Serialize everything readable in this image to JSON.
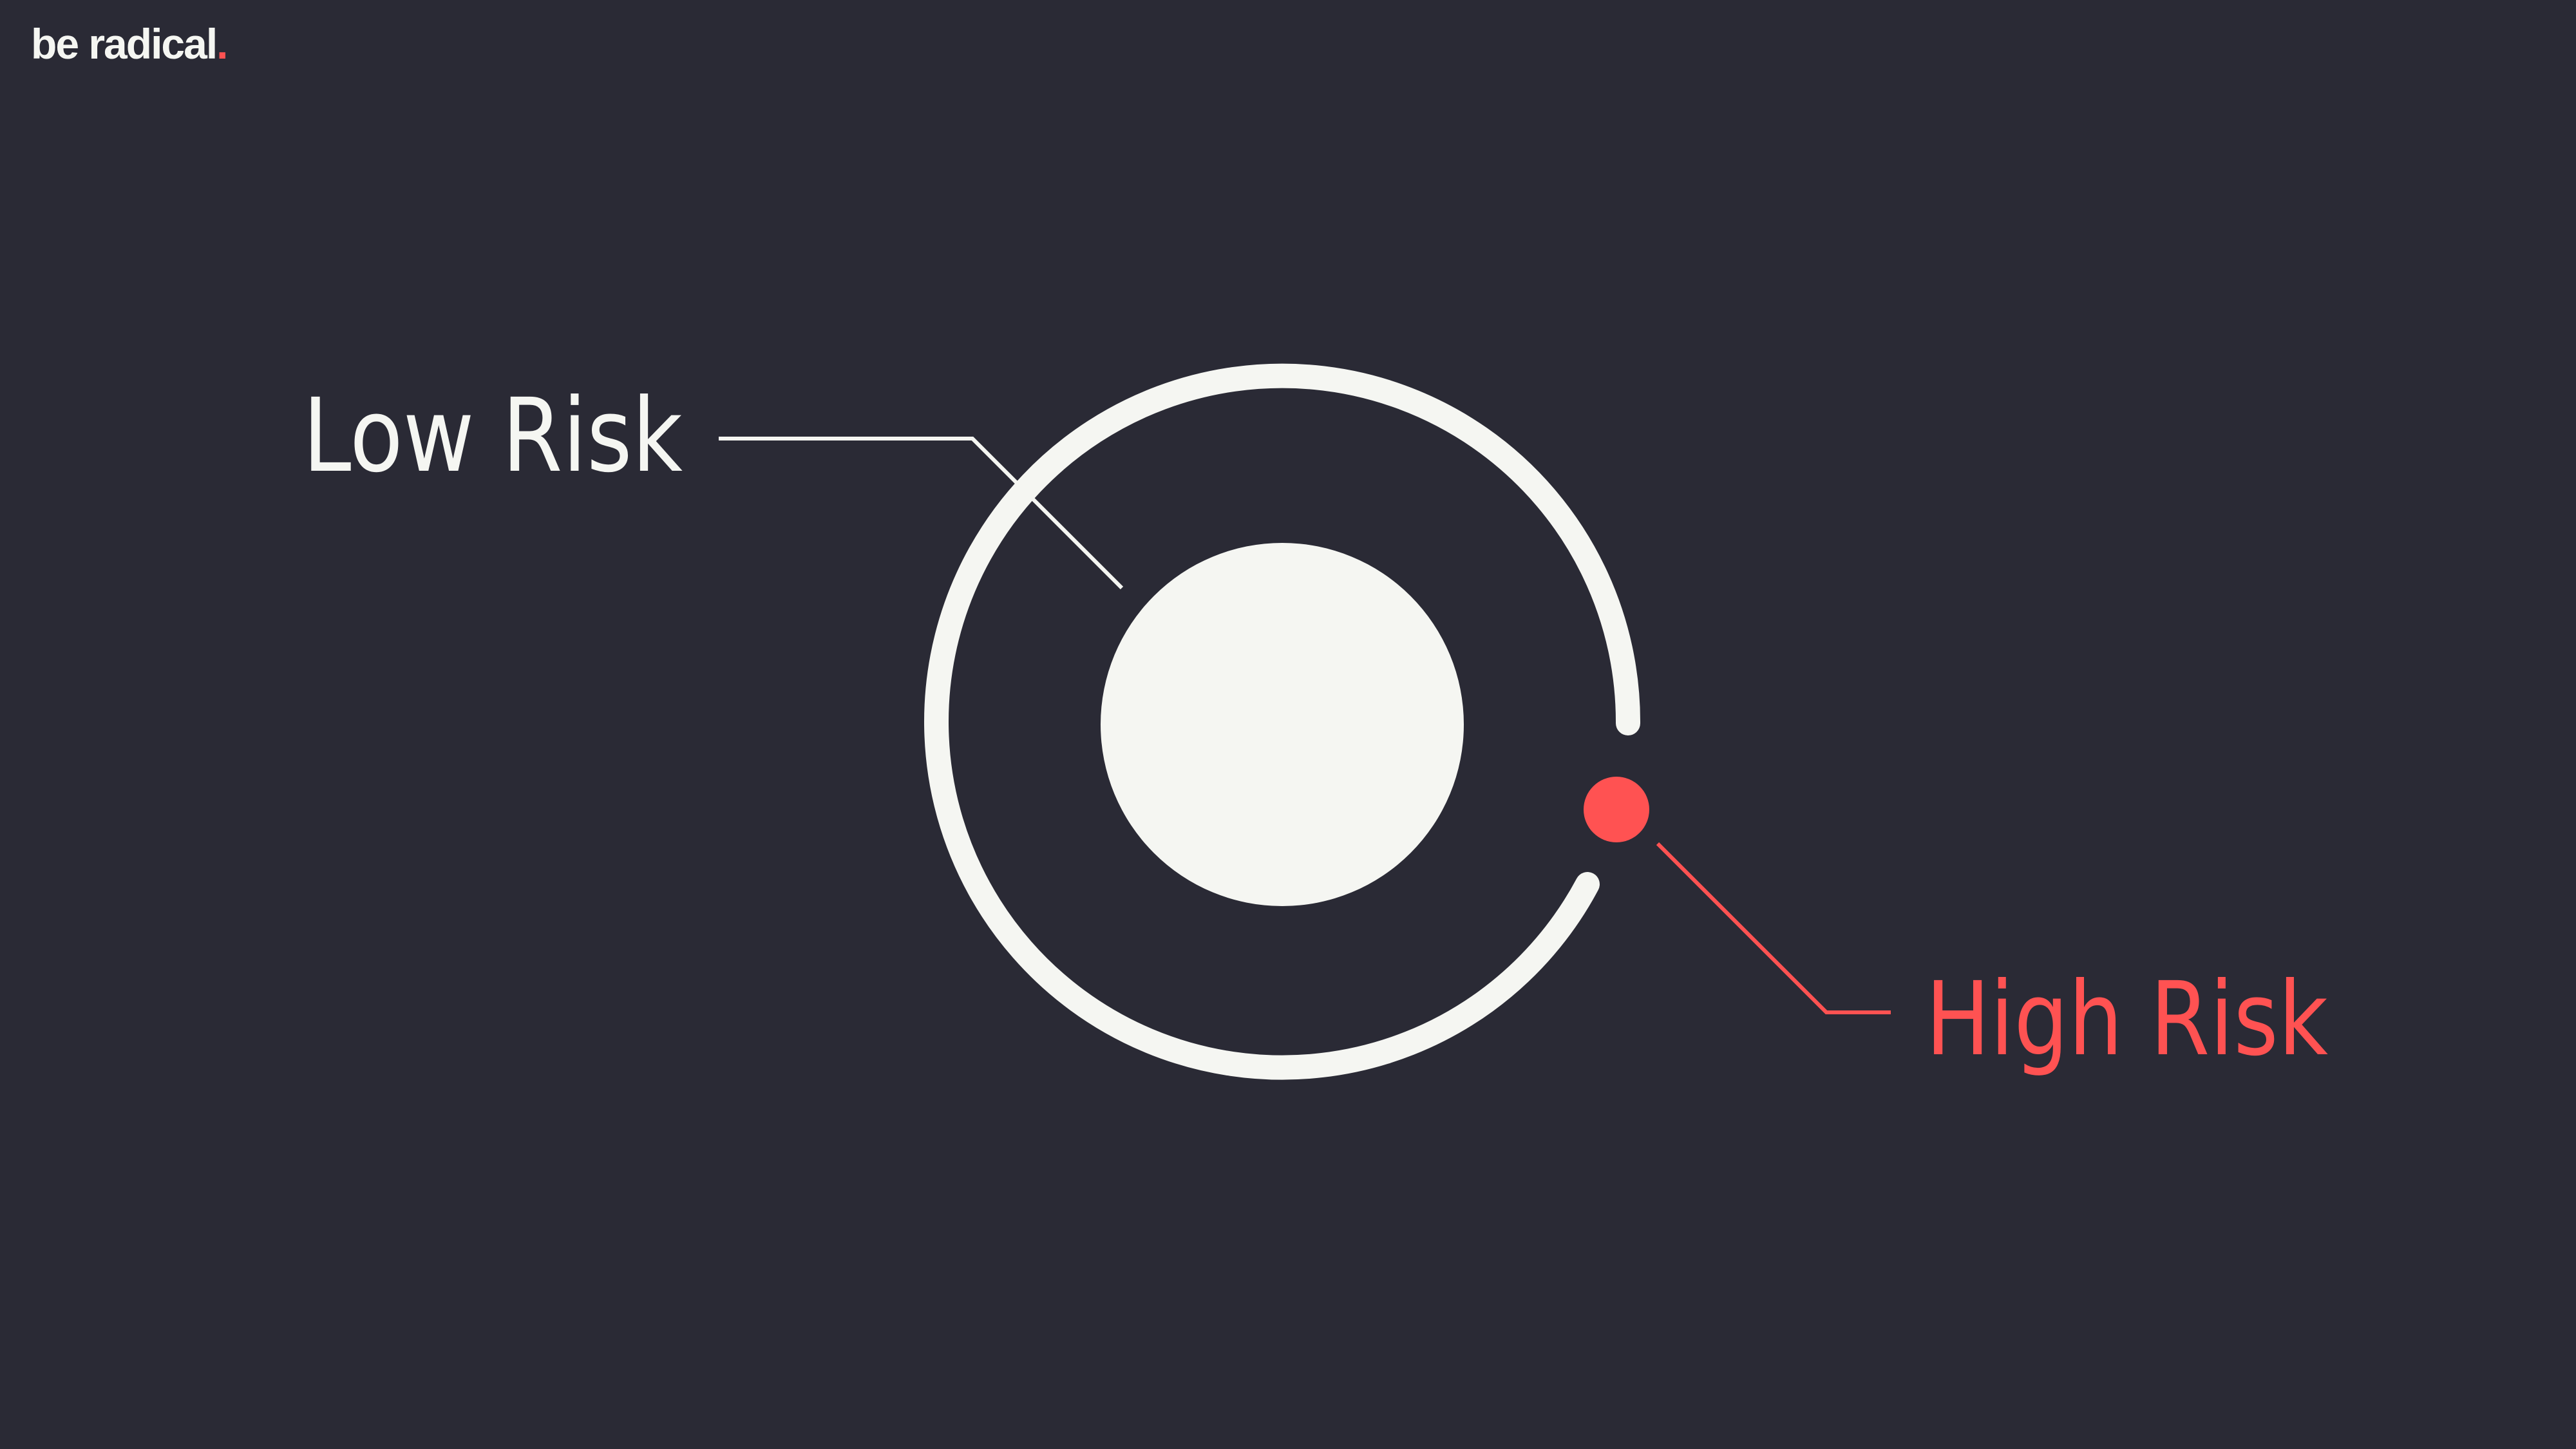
{
  "brand": {
    "name": "be radical",
    "dot": "."
  },
  "labels": {
    "low_risk": "Low Risk",
    "high_risk": "High Risk"
  },
  "colors": {
    "background": "#2a2a35",
    "foreground": "#f5f6f2",
    "accent": "#ff5252"
  }
}
